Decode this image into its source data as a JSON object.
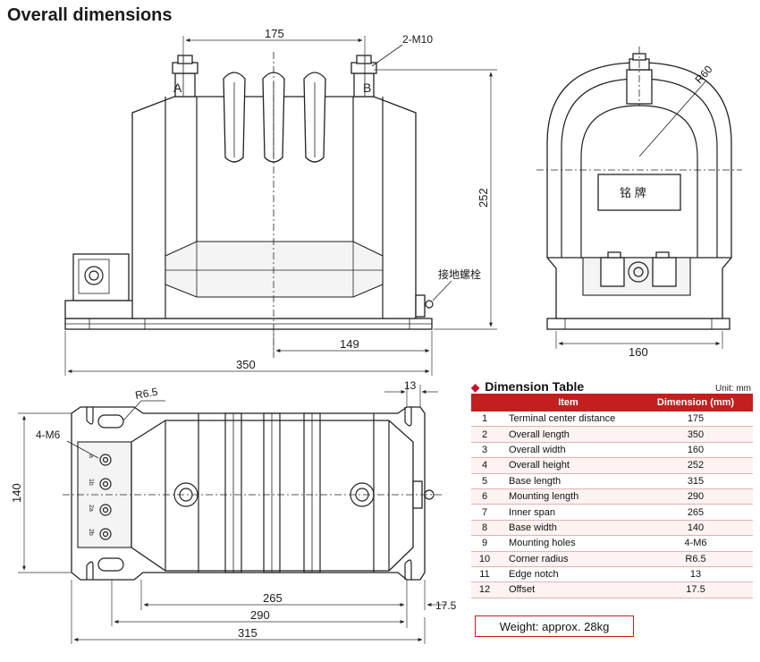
{
  "title": "Overall dimensions",
  "labels": {
    "terminal_a": "A",
    "terminal_b": "B",
    "screws": "2-M10",
    "nameplate": "铭  牌",
    "ground_bolt": "接地螺栓",
    "radius_top": "R60",
    "radius_corner": "R6.5",
    "holes": "4-M6",
    "top_marks": [
      "a",
      "1b",
      "2a",
      "2b"
    ]
  },
  "dims": {
    "d175": "175",
    "d252": "252",
    "d149": "149",
    "d350": "350",
    "d160": "160",
    "d13": "13",
    "d140": "140",
    "d265": "265",
    "d17_5": "17.5",
    "d290": "290",
    "d315": "315"
  },
  "table": {
    "title": "Dimension Table",
    "unit": "Unit: mm",
    "headers": [
      "",
      "Item",
      "Dimension (mm)"
    ],
    "rows": [
      [
        "1",
        "Terminal center distance",
        "175"
      ],
      [
        "2",
        "Overall length",
        "350"
      ],
      [
        "3",
        "Overall width",
        "160"
      ],
      [
        "4",
        "Overall height",
        "252"
      ],
      [
        "5",
        "Base length",
        "315"
      ],
      [
        "6",
        "Mounting length",
        "290"
      ],
      [
        "7",
        "Inner span",
        "265"
      ],
      [
        "8",
        "Base width",
        "140"
      ],
      [
        "9",
        "Mounting holes",
        "4-M6"
      ],
      [
        "10",
        "Corner radius",
        "R6.5"
      ],
      [
        "11",
        "Edge notch",
        "13"
      ],
      [
        "12",
        "Offset",
        "17.5"
      ]
    ]
  },
  "weight": "Weight: approx. 28kg",
  "colors": {
    "accent": "#c41e1e",
    "line": "#222222"
  }
}
